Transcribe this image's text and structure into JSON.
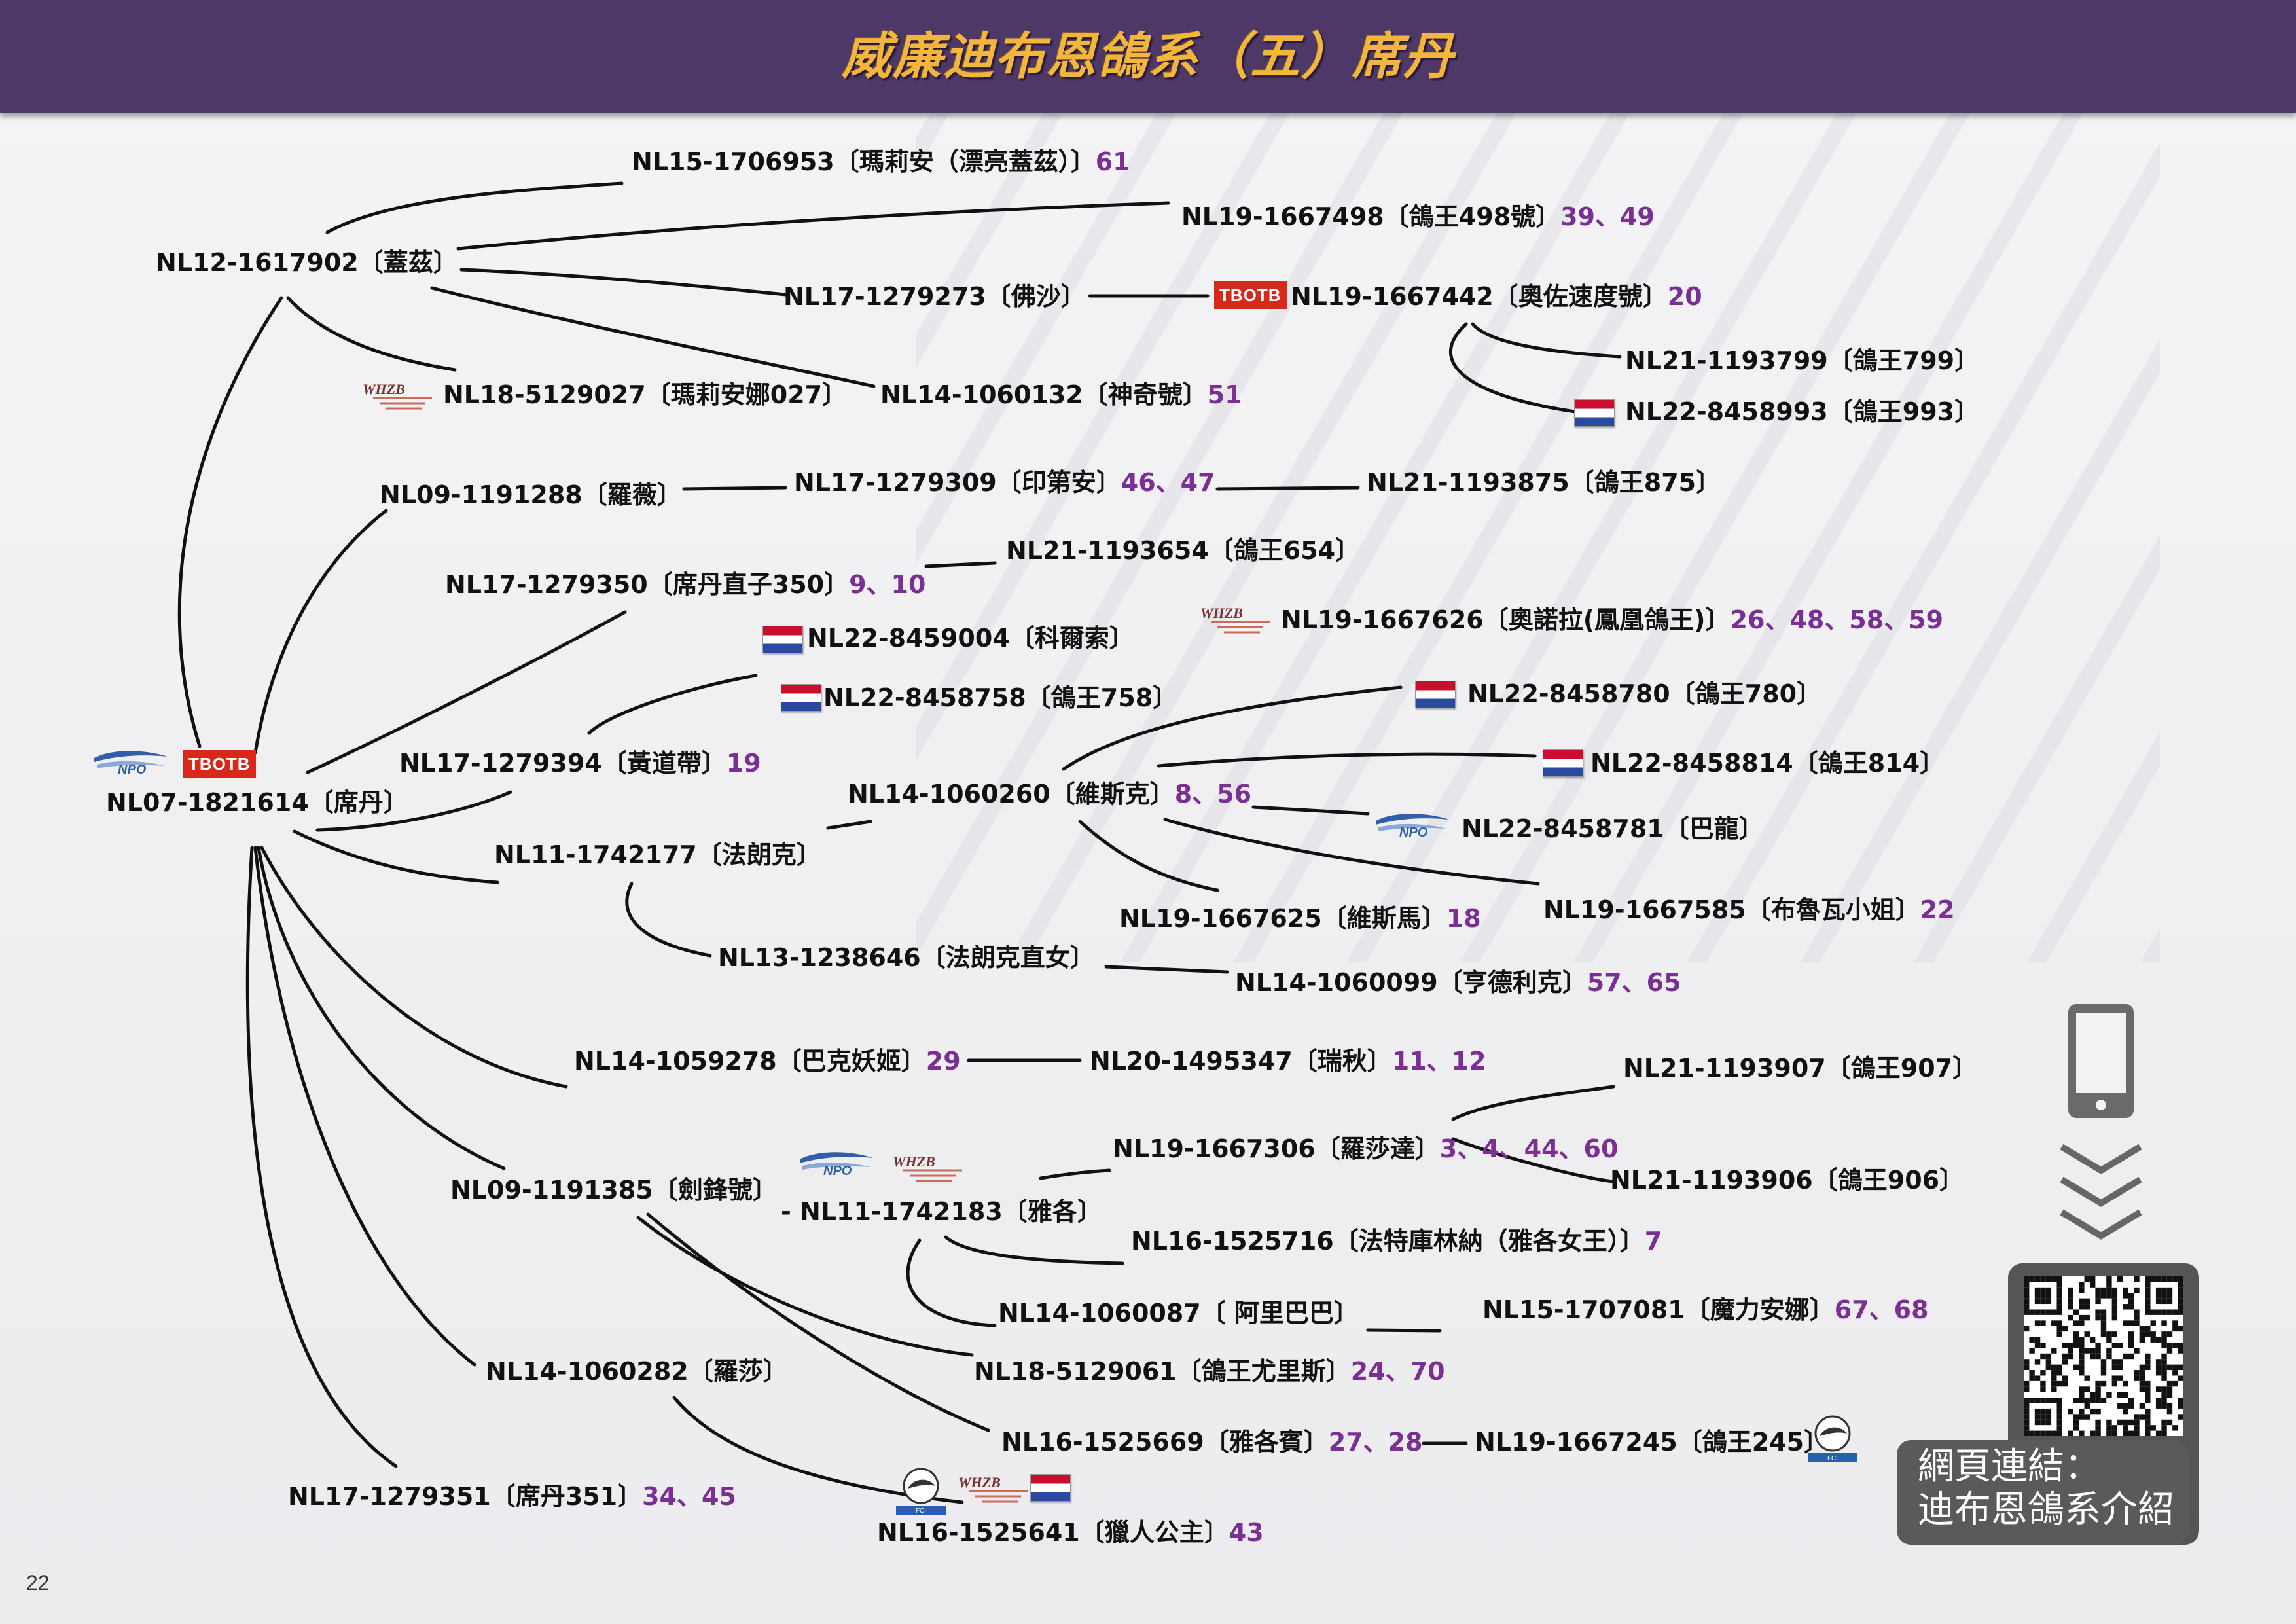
{
  "title": "威廉迪布恩鴿系（五）席丹",
  "page_number": "22",
  "nodes": [
    {
      "id": "root",
      "code": "NL07-1821614",
      "name": "〔席丹〕",
      "refs": ""
    },
    {
      "id": "n1",
      "code": "NL12-1617902",
      "name": "〔蓋茲〕",
      "refs": ""
    },
    {
      "id": "n2",
      "code": "NL15-1706953",
      "name": "〔瑪莉安（漂亮蓋茲）〕",
      "refs": "61"
    },
    {
      "id": "n3",
      "code": "NL19-1667498",
      "name": "〔鴿王498號〕",
      "refs": "39、49"
    },
    {
      "id": "n4",
      "code": "NL17-1279273",
      "name": "〔佛沙〕",
      "refs": ""
    },
    {
      "id": "n5",
      "code": "NL19-1667442",
      "name": "〔奧佐速度號〕",
      "refs": "20"
    },
    {
      "id": "n6",
      "code": "NL21-1193799",
      "name": "〔鴿王799〕",
      "refs": ""
    },
    {
      "id": "n7",
      "code": "NL22-8458993",
      "name": "〔鴿王993〕",
      "refs": ""
    },
    {
      "id": "n8",
      "code": "NL18-5129027",
      "name": "〔瑪莉安娜027〕",
      "refs": ""
    },
    {
      "id": "n9",
      "code": "NL14-1060132",
      "name": "〔神奇號〕",
      "refs": "51"
    },
    {
      "id": "n10",
      "code": "NL09-1191288",
      "name": "〔羅薇〕",
      "refs": ""
    },
    {
      "id": "n11",
      "code": "NL17-1279309",
      "name": "〔印第安〕",
      "refs": "46、47"
    },
    {
      "id": "n12",
      "code": "NL21-1193875",
      "name": "〔鴿王875〕",
      "refs": ""
    },
    {
      "id": "n13",
      "code": "NL21-1193654",
      "name": "〔鴿王654〕",
      "refs": ""
    },
    {
      "id": "n14",
      "code": "NL17-1279350",
      "name": "〔席丹直子350〕",
      "refs": "9、10"
    },
    {
      "id": "n15",
      "code": "NL19-1667626",
      "name": "〔奧諾拉(鳳凰鴿王)〕",
      "refs": "26、48、58、59"
    },
    {
      "id": "n16",
      "code": "NL22-8459004",
      "name": "〔科爾索〕",
      "refs": ""
    },
    {
      "id": "n17",
      "code": "NL22-8458758",
      "name": "〔鴿王758〕",
      "refs": ""
    },
    {
      "id": "n18",
      "code": "NL22-8458780",
      "name": "〔鴿王780〕",
      "refs": ""
    },
    {
      "id": "n19",
      "code": "NL17-1279394",
      "name": "〔黃道帶〕",
      "refs": "19"
    },
    {
      "id": "n20",
      "code": "NL22-8458814",
      "name": "〔鴿王814〕",
      "refs": ""
    },
    {
      "id": "n21",
      "code": "NL14-1060260",
      "name": "〔維斯克〕",
      "refs": "8、56"
    },
    {
      "id": "n22",
      "code": "NL22-8458781",
      "name": "〔巴龍〕",
      "refs": ""
    },
    {
      "id": "n23",
      "code": "NL11-1742177",
      "name": "〔法朗克〕",
      "refs": ""
    },
    {
      "id": "n24",
      "code": "NL19-1667585",
      "name": "〔布魯瓦小姐〕",
      "refs": "22"
    },
    {
      "id": "n25",
      "code": "NL19-1667625",
      "name": "〔維斯馬〕",
      "refs": "18"
    },
    {
      "id": "n26",
      "code": "NL13-1238646",
      "name": "〔法朗克直女〕",
      "refs": ""
    },
    {
      "id": "n27",
      "code": "NL14-1060099",
      "name": "〔亨德利克〕",
      "refs": "57、65"
    },
    {
      "id": "n28",
      "code": "NL14-1059278",
      "name": "〔巴克妖姬〕",
      "refs": "29"
    },
    {
      "id": "n29",
      "code": "NL20-1495347",
      "name": "〔瑞秋〕",
      "refs": "11、12"
    },
    {
      "id": "n30",
      "code": "NL21-1193907",
      "name": "〔鴿王907〕",
      "refs": ""
    },
    {
      "id": "n31",
      "code": "NL19-1667306",
      "name": "〔羅莎達〕",
      "refs": "3、4、44、60"
    },
    {
      "id": "n32",
      "code": "NL21-1193906",
      "name": "〔鴿王906〕",
      "refs": ""
    },
    {
      "id": "n33",
      "code": "NL09-1191385",
      "name": "〔劍鋒號〕",
      "refs": ""
    },
    {
      "id": "n34",
      "code": "- NL11-1742183",
      "name": "〔雅各〕",
      "refs": ""
    },
    {
      "id": "n35",
      "code": "NL16-1525716",
      "name": "〔法特庫林納（雅各女王）〕",
      "refs": "7"
    },
    {
      "id": "n36",
      "code": "NL14-1060087",
      "name": "〔 阿里巴巴〕",
      "refs": ""
    },
    {
      "id": "n37",
      "code": "NL15-1707081",
      "name": "〔魔力安娜〕",
      "refs": "67、68"
    },
    {
      "id": "n38",
      "code": "NL18-5129061",
      "name": "〔鴿王尤里斯〕",
      "refs": "24、70"
    },
    {
      "id": "n39",
      "code": "NL14-1060282",
      "name": "〔羅莎〕",
      "refs": ""
    },
    {
      "id": "n40",
      "code": "NL16-1525669",
      "name": "〔雅各賓〕",
      "refs": "27、28"
    },
    {
      "id": "n41",
      "code": "NL19-1667245",
      "name": "〔鴿王245〕",
      "refs": ""
    },
    {
      "id": "n42",
      "code": "NL17-1279351",
      "name": "〔席丹351〕",
      "refs": "34、45"
    },
    {
      "id": "n43",
      "code": "NL16-1525641",
      "name": "〔獵人公主〕",
      "refs": "43"
    }
  ],
  "badges": {
    "tbotb": "TBOTB",
    "npo": "NPO",
    "whzb": "WHZB",
    "fci": "FCI"
  },
  "qr_panel": {
    "label_line1": "網頁連結：",
    "label_line2": "迪布恩鴿系介紹",
    "icon": "phone-icon"
  },
  "colors": {
    "header_bg": "#4e3868",
    "title_gold": "#f2b63c",
    "ref_purple": "#7b2f95",
    "badge_red": "#d8281c"
  }
}
